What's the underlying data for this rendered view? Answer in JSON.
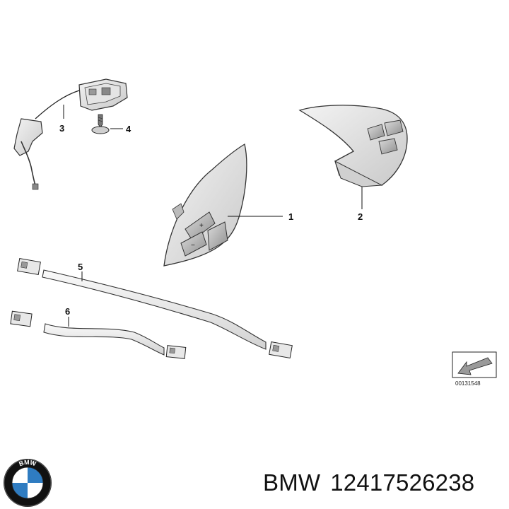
{
  "callouts": [
    {
      "id": "1",
      "label": "1"
    },
    {
      "id": "2",
      "label": "2"
    },
    {
      "id": "3",
      "label": "3"
    },
    {
      "id": "4",
      "label": "4"
    },
    {
      "id": "5",
      "label": "5"
    },
    {
      "id": "6",
      "label": "6"
    }
  ],
  "reference_code": "00131548",
  "caption": {
    "brand": "BMW",
    "part_number": "12417526238"
  },
  "logo": {
    "text": "BMW",
    "colors": {
      "blue": "#2f7cc1",
      "white": "#ffffff",
      "ring": "#111111"
    }
  },
  "button_glyphs": {
    "plus": "+",
    "minus": "−"
  }
}
